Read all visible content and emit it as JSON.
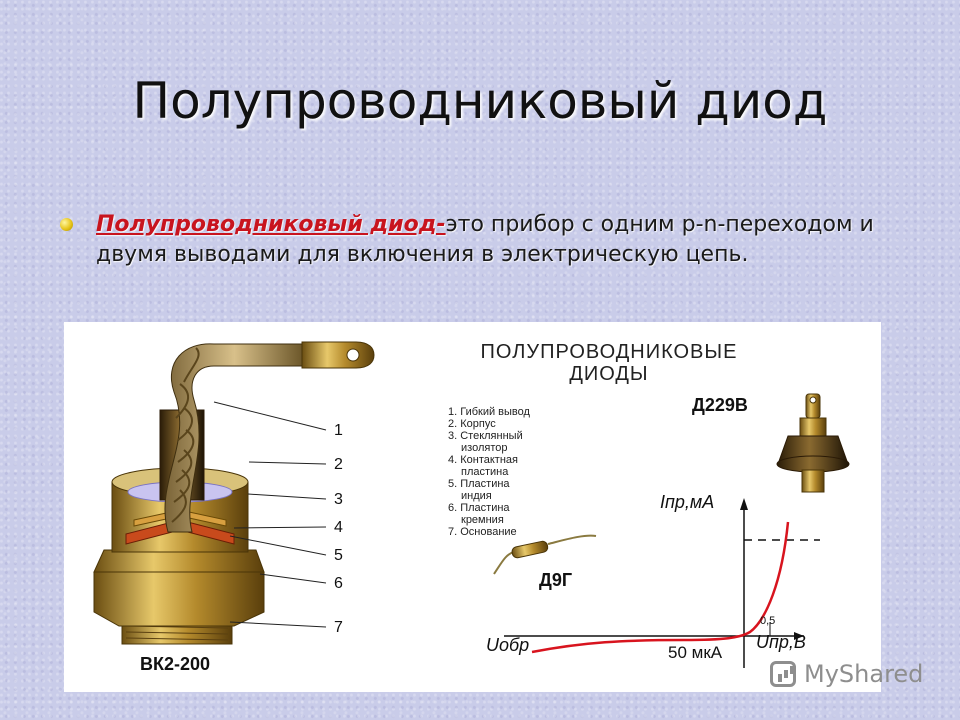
{
  "slide": {
    "title": "Полупроводниковый диод",
    "bullet": {
      "term": "Полупроводниковый диод-",
      "text": "это прибор с одним p-n-переходом и двумя выводами для включения в электрическую цепь."
    }
  },
  "figure": {
    "heading_line1": "ПОЛУПРОВОДНИКОВЫЕ",
    "heading_line2": "ДИОДЫ",
    "callouts": [
      "1",
      "2",
      "3",
      "4",
      "5",
      "6",
      "7"
    ],
    "legend": [
      "1. Гибкий вывод",
      "2. Корпус",
      "3. Стеклянный",
      "изолятор",
      "4. Контактная",
      "пластина",
      "5. Пластина",
      "индия",
      "6. Пластина",
      "кремния",
      "7. Основание"
    ],
    "device_large": "ВК2-200",
    "device_top": "Д229В",
    "device_small": "Д9Г",
    "axis_y": "Iпр,мА",
    "axis_x": "Uпр,В",
    "axis_x_neg": "Uобр",
    "label_current": "50 мкА",
    "label_voltage": "0,5"
  },
  "watermark": {
    "text": "MyShared",
    "icon": "bar-chart-icon"
  },
  "colors": {
    "term": "#c8141e",
    "curve": "#d8141e",
    "background": "#c9cce9"
  }
}
